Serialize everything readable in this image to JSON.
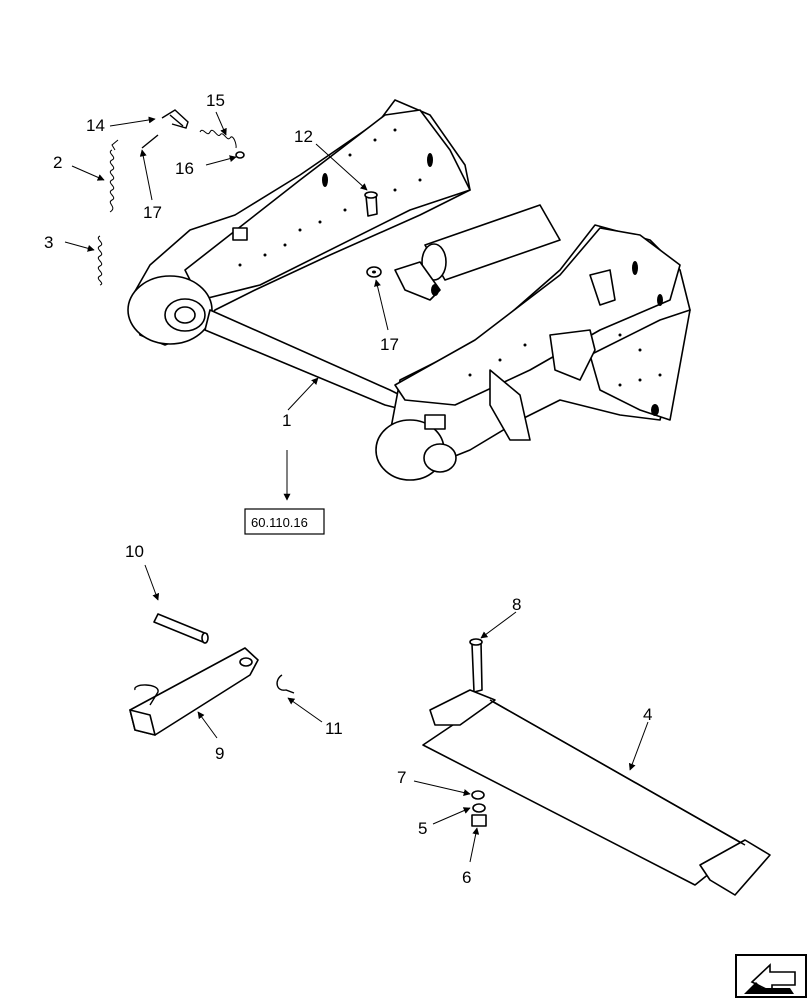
{
  "diagram": {
    "callouts": {
      "c1": "1",
      "c2": "2",
      "c3": "3",
      "c4": "4",
      "c5": "5",
      "c6": "6",
      "c7": "7",
      "c8": "8",
      "c9": "9",
      "c10": "10",
      "c11": "11",
      "c12": "12",
      "c14": "14",
      "c15": "15",
      "c16": "16",
      "c17a": "17",
      "c17b": "17"
    },
    "reference_box": "60.110.16",
    "nav_icon": "next-page-arrow-icon"
  }
}
